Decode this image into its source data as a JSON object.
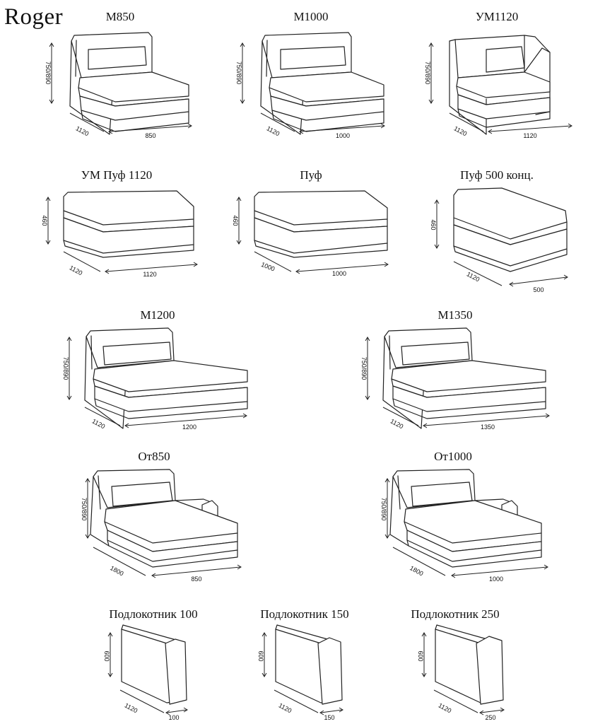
{
  "brand": "Roger",
  "modules": [
    {
      "id": "m850",
      "title": "М850",
      "height": "750/890",
      "depth": "1120",
      "width": "850"
    },
    {
      "id": "m1000",
      "title": "М1000",
      "height": "750/890",
      "depth": "1120",
      "width": "1000"
    },
    {
      "id": "um1120",
      "title": "УМ1120",
      "height": "750/890",
      "depth": "1120",
      "width": "1120"
    },
    {
      "id": "um-puf-1120",
      "title": "УМ Пуф 1120",
      "height": "460",
      "depth": "1120",
      "width": "1120"
    },
    {
      "id": "puf",
      "title": "Пуф",
      "height": "460",
      "depth": "1000",
      "width": "1000"
    },
    {
      "id": "puf-500",
      "title": "Пуф 500 конц.",
      "height": "460",
      "depth": "1120",
      "width": "500"
    },
    {
      "id": "m1200",
      "title": "М1200",
      "height": "750/890",
      "depth": "1120",
      "width": "1200"
    },
    {
      "id": "m1350",
      "title": "М1350",
      "height": "750/890",
      "depth": "1120",
      "width": "1350"
    },
    {
      "id": "ot850",
      "title": "От850",
      "height": "750/890",
      "depth": "1800",
      "width": "850"
    },
    {
      "id": "ot1000",
      "title": "От1000",
      "height": "750/890",
      "depth": "1800",
      "width": "1000"
    },
    {
      "id": "armrest-100",
      "title": "Подлокотник 100",
      "height": "600",
      "depth": "1120",
      "width": "100"
    },
    {
      "id": "armrest-150",
      "title": "Подлокотник 150",
      "height": "600",
      "depth": "1120",
      "width": "150"
    },
    {
      "id": "armrest-250",
      "title": "Подлокотник 250",
      "height": "600",
      "depth": "1120",
      "width": "250"
    }
  ]
}
